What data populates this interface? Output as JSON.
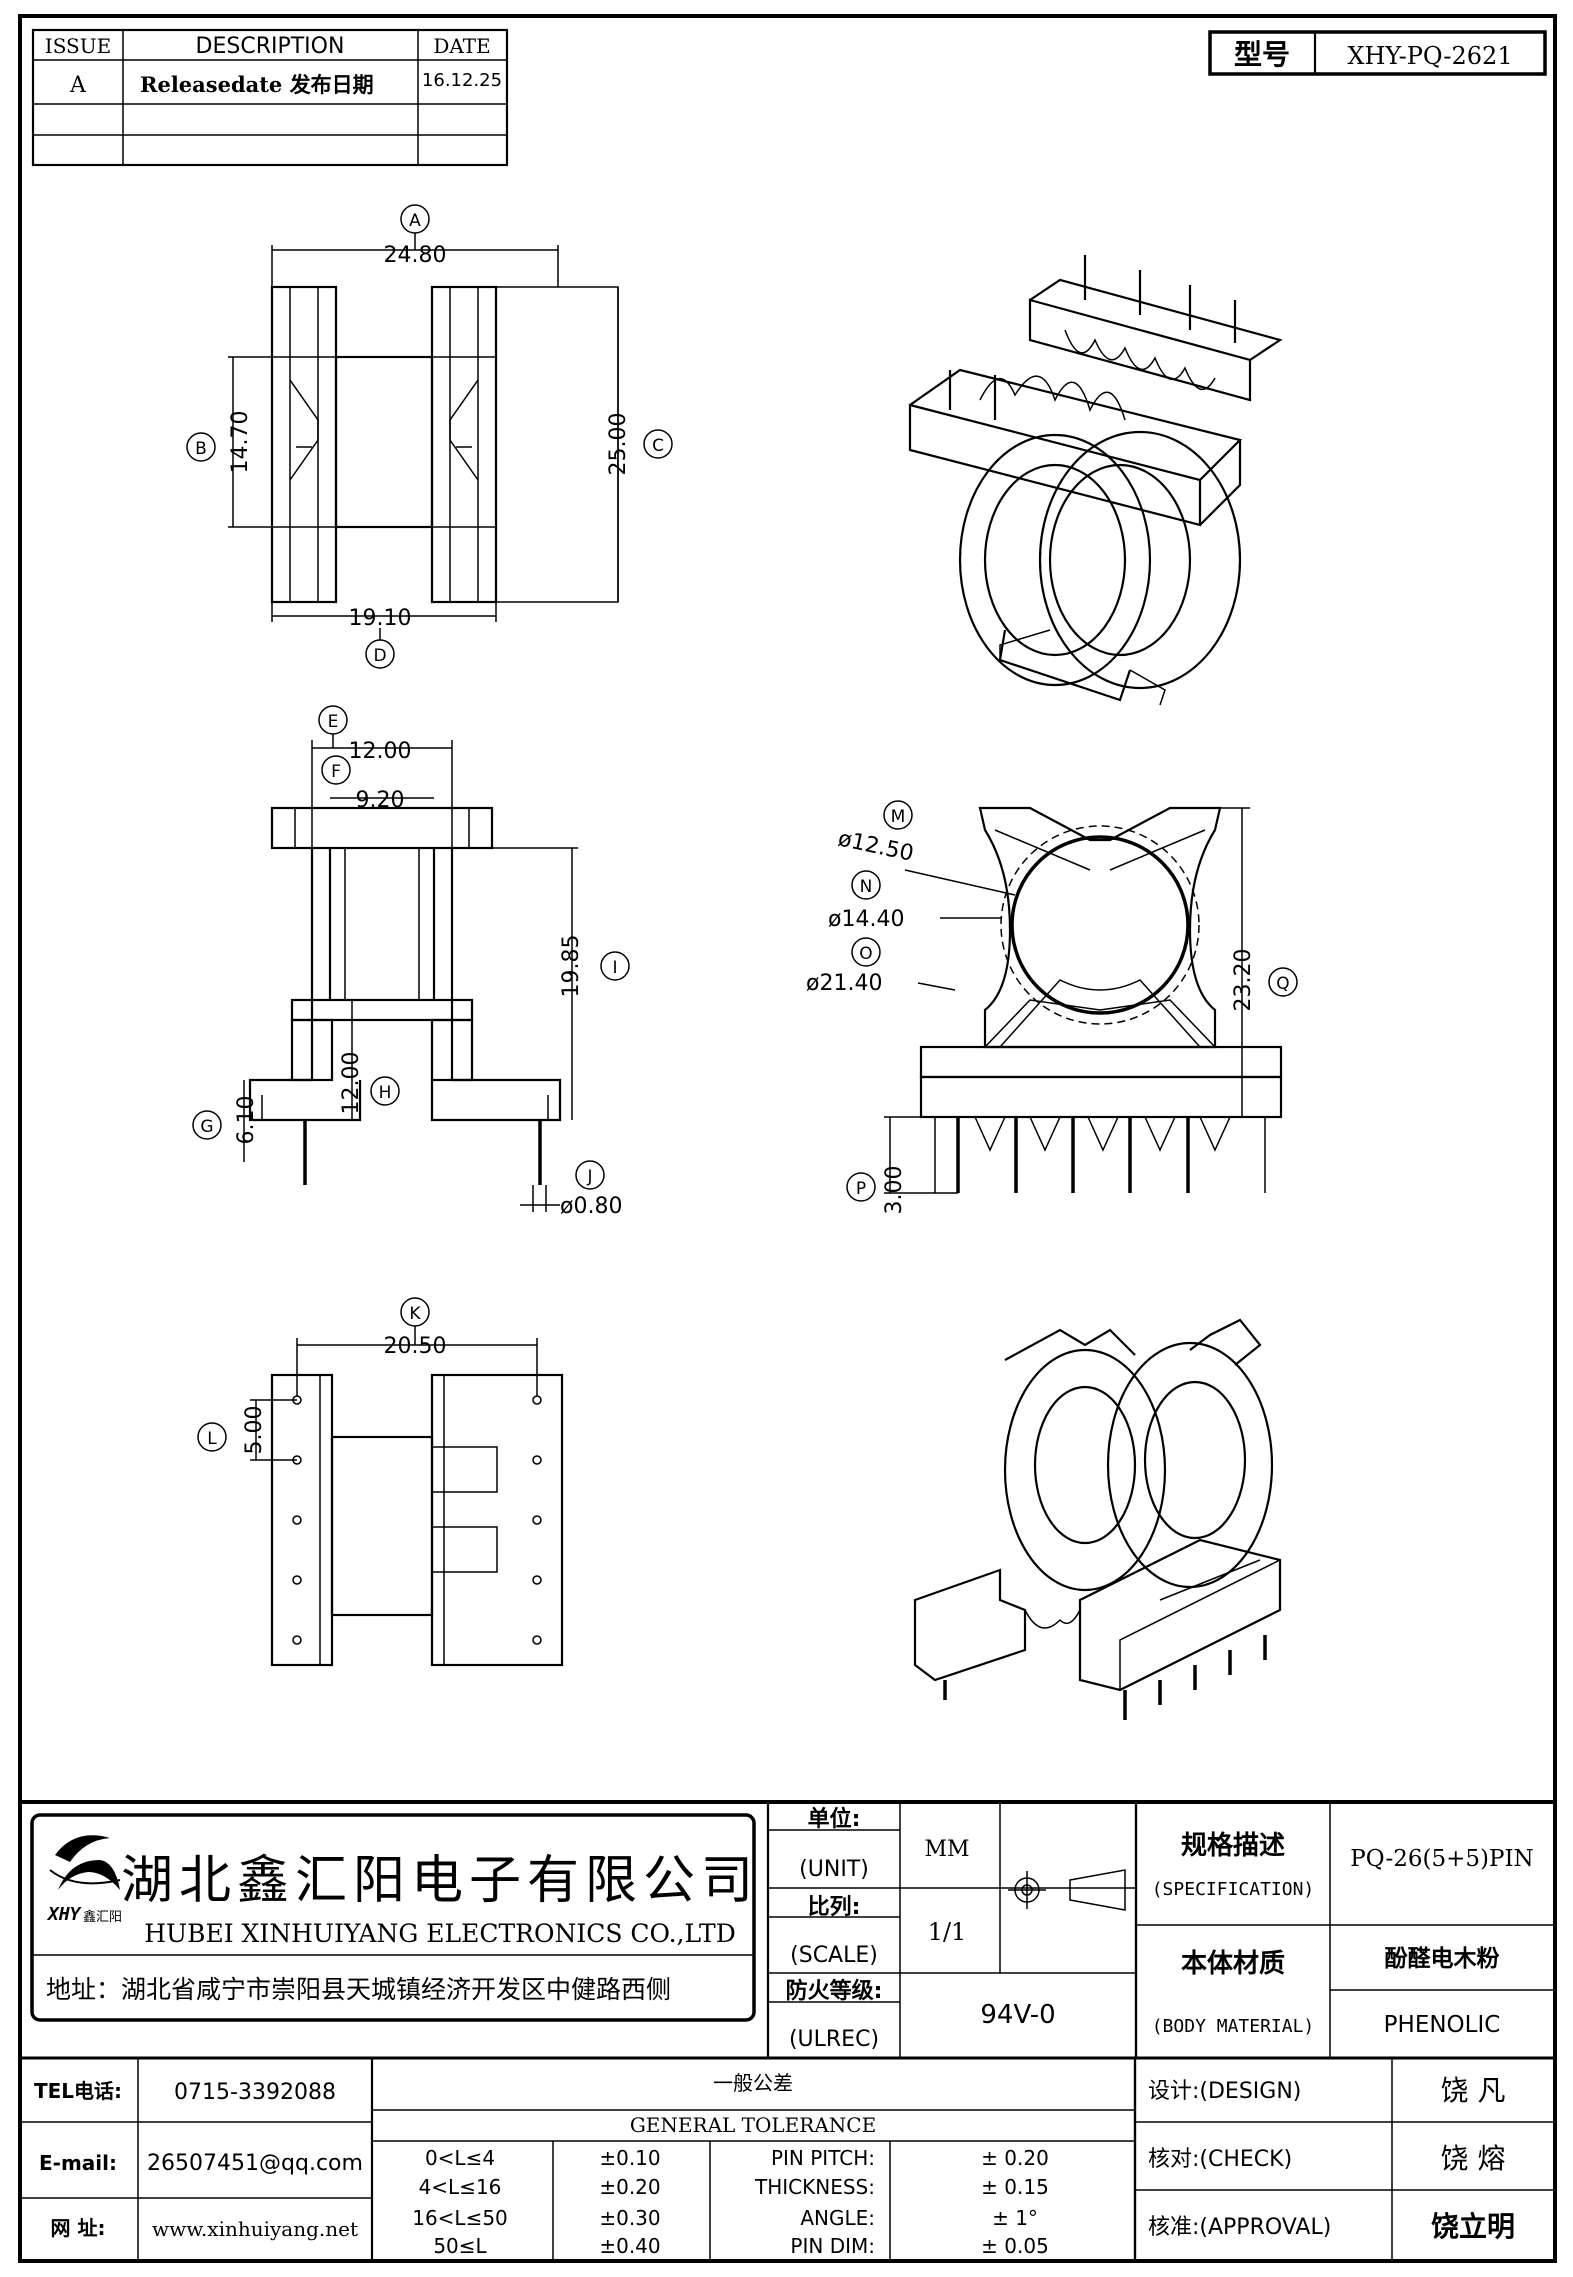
{
  "revision_table": {
    "headers": [
      "ISSUE",
      "DESCRIPTION",
      "DATE"
    ],
    "rows": [
      {
        "issue": "A",
        "description": "Releasedate 发布日期",
        "date": "16.12.25"
      },
      {
        "issue": "",
        "description": "",
        "date": ""
      },
      {
        "issue": "",
        "description": "",
        "date": ""
      }
    ]
  },
  "model": {
    "label": "型号",
    "value": "XHY-PQ-2621"
  },
  "top_view": {
    "dim_a": "24.80",
    "dim_b": "14.70",
    "dim_c": "25.00",
    "dim_d": "19.10",
    "tag_a": "A",
    "tag_b": "B",
    "tag_c": "C",
    "tag_d": "D"
  },
  "side_view": {
    "dim_e": "12.00",
    "dim_f": "9.20",
    "dim_i": "19.85",
    "dim_h": "12.00",
    "dim_g": "6.10",
    "dim_j": "ø0.80",
    "tag_e": "E",
    "tag_f": "F",
    "tag_i": "I",
    "tag_h": "H",
    "tag_g": "G",
    "tag_j": "J"
  },
  "front_view": {
    "dim_m": "ø12.50",
    "dim_n": "ø14.40",
    "dim_o": "ø21.40",
    "dim_q": "23.20",
    "dim_p": "3.00",
    "tag_m": "M",
    "tag_n": "N",
    "tag_o": "O",
    "tag_q": "Q",
    "tag_p": "P"
  },
  "bottom_view": {
    "dim_k": "20.50",
    "dim_l": "5.00",
    "tag_k": "K",
    "tag_l": "L"
  },
  "company": {
    "name_cn": "湖北鑫汇阳电子有限公司",
    "name_en": "HUBEI XINHUIYANG ELECTRONICS CO.,LTD",
    "address": "地址：湖北省咸宁市崇阳县天城镇经济开发区中健路西侧",
    "logo_text": "XHY",
    "logo_sub": "鑫汇阳"
  },
  "title_block": {
    "unit_label_cn": "单位:",
    "unit_label_en": "(UNIT)",
    "unit_value": "MM",
    "scale_label_cn": "比列:",
    "scale_label_en": "(SCALE)",
    "scale_value": "1/1",
    "fire_label_cn": "防火等级:",
    "fire_label_en": "(ULREC)",
    "fire_value": "94V-0",
    "spec_label_cn": "规格描述",
    "spec_label_en": "(SPECIFICATION)",
    "spec_value": "PQ-26(5+5)PIN",
    "material_label_cn": "本体材质",
    "material_label_en": "(BODY MATERIAL)",
    "material_value_cn": "酚醛电木粉",
    "material_value_en": "PHENOLIC"
  },
  "contact": {
    "tel_label": "TEL电话:",
    "tel": "0715-3392088",
    "email_label": "E-mail:",
    "email": "26507451@qq.com",
    "web_label": "网   址:",
    "web": "www.xinhuiyang.net"
  },
  "tolerance": {
    "title_cn": "一般公差",
    "title_en": "GENERAL TOLERANCE",
    "ranges": [
      {
        "range": "0<L≤4",
        "value": "±0.10"
      },
      {
        "range": "4<L≤16",
        "value": "±0.20"
      },
      {
        "range": "16<L≤50",
        "value": "±0.30"
      },
      {
        "range": "50≤L",
        "value": "±0.40"
      }
    ],
    "specs": [
      {
        "label": "PIN PITCH:",
        "value": "±  0.20"
      },
      {
        "label": "THICKNESS:",
        "value": "±  0.15"
      },
      {
        "label": "ANGLE:",
        "value": "±  1°"
      },
      {
        "label": "PIN DIM:",
        "value": "±  0.05"
      }
    ]
  },
  "approvals": [
    {
      "label": "设计:(DESIGN)",
      "name": "饶    凡"
    },
    {
      "label": "核对:(CHECK)",
      "name": "饶    熔"
    },
    {
      "label": "核准:(APPROVAL)",
      "name": "饶立明"
    }
  ]
}
